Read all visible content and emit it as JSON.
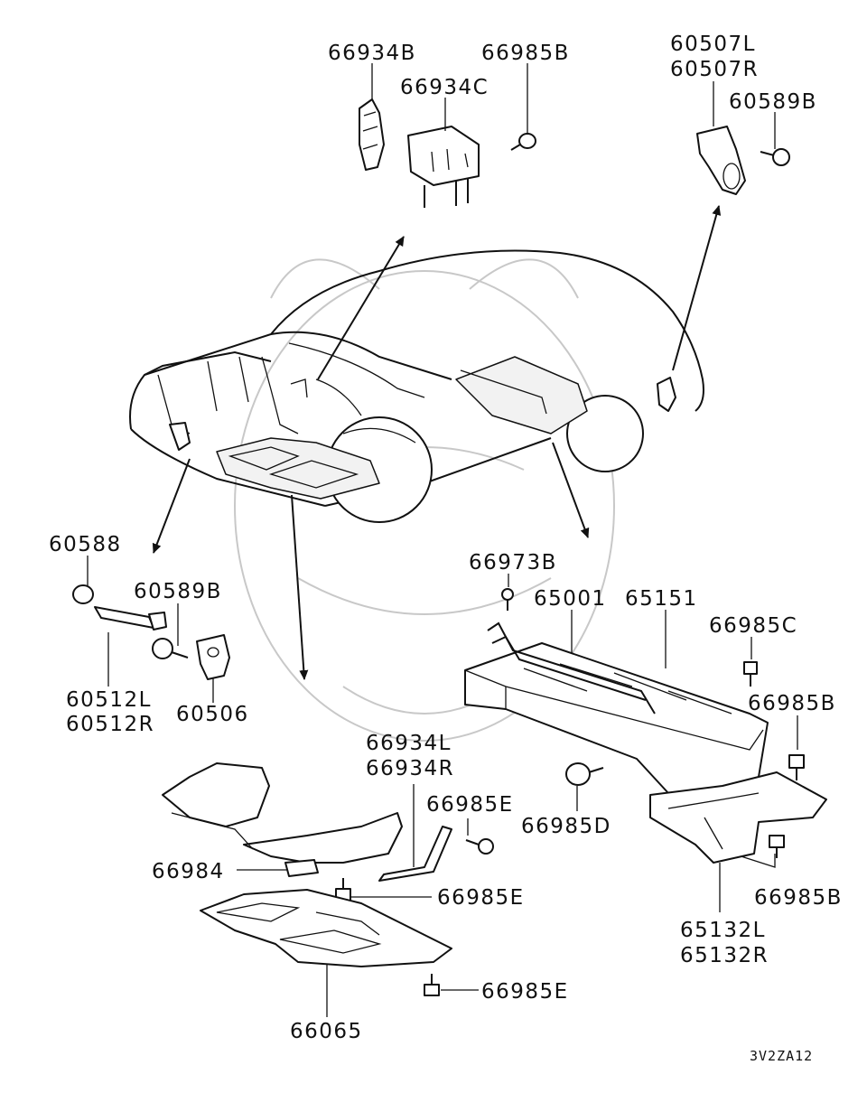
{
  "diagram": {
    "code": "3V2ZA12",
    "labels": {
      "p66934B": "66934B",
      "p66985B_top": "66985B",
      "p60507L": "60507L",
      "p60507R": "60507R",
      "p66934C": "66934C",
      "p60589B_top": "60589B",
      "p60588": "60588",
      "p60589B_left": "60589B",
      "p60512L": "60512L",
      "p60512R": "60512R",
      "p60506": "60506",
      "p66973B": "66973B",
      "p65001": "65001",
      "p65151": "65151",
      "p66985C": "66985C",
      "p66985B_mid": "66985B",
      "p66985D": "66985D",
      "p66985B_low": "66985B",
      "p65132L": "65132L",
      "p65132R": "65132R",
      "p66934L": "66934L",
      "p66934R": "66934R",
      "p66985E_a": "66985E",
      "p66984": "66984",
      "p66985E_b": "66985E",
      "p66985E_c": "66985E",
      "p66065": "66065"
    }
  }
}
